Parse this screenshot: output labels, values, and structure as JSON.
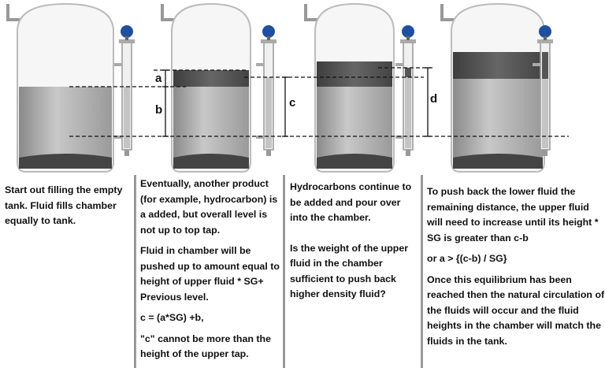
{
  "labels": {
    "a": "a",
    "b": "b",
    "c": "c",
    "d": "d"
  },
  "panels": [
    {
      "paragraphs": [
        "Start out filling the empty tank. Fluid fills chamber equally to tank."
      ]
    },
    {
      "paragraphs": [
        "Eventually, another product (for example, hydrocarbon) is a added, but overall level is not up to top tap.",
        "Fluid in chamber will be pushed up to amount equal to height of upper fluid * SG+ Previous level.",
        "c = (a*SG) +b,",
        "\"c\" cannot be more than the height of the upper tap."
      ]
    },
    {
      "paragraphs": [
        "Hydrocarbons continue to be added and pour over into the chamber.",
        "Is the weight of the upper fluid in the chamber sufficient to push back higher density fluid?"
      ]
    },
    {
      "paragraphs": [
        "To push back the lower fluid the remaining distance, the upper fluid will need to increase until its height * SG is greater than c-b",
        "or a > {(c-b) / SG}",
        "Once this equilibrium has been reached then the natural circulation of the fluids will occur and the fluid heights in the chamber will match the fluids in the tank."
      ]
    }
  ],
  "colors": {
    "lower_fluid": "#b4b4b4",
    "upper_fluid": "#555555",
    "transmitter": "#1f4fa0"
  }
}
